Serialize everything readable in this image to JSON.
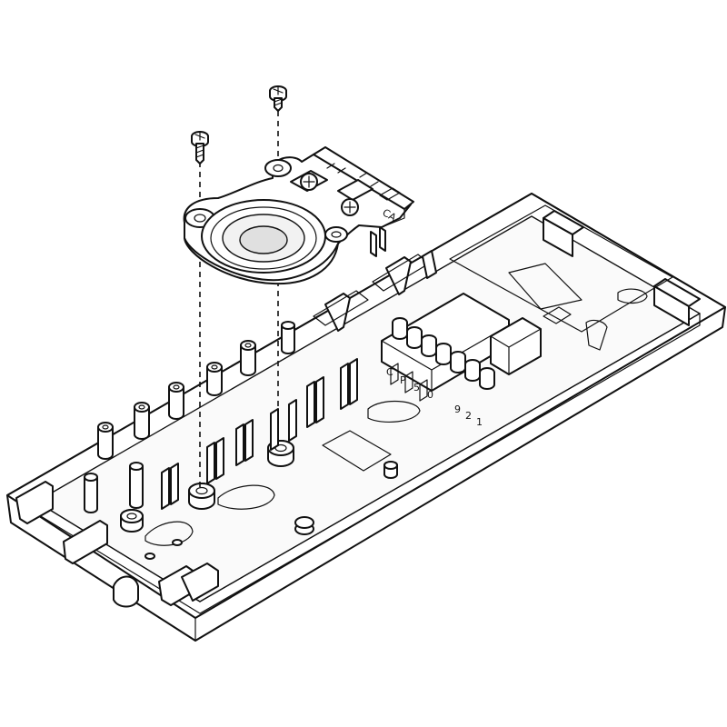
{
  "figure": {
    "terminal_labels": [
      "C",
      "P",
      "5",
      "0",
      "",
      "9",
      "2",
      "1"
    ],
    "module_label": "CA"
  },
  "colors": {
    "line": "#111111",
    "fill": "#ffffff",
    "shade": "#e6e6e6"
  }
}
